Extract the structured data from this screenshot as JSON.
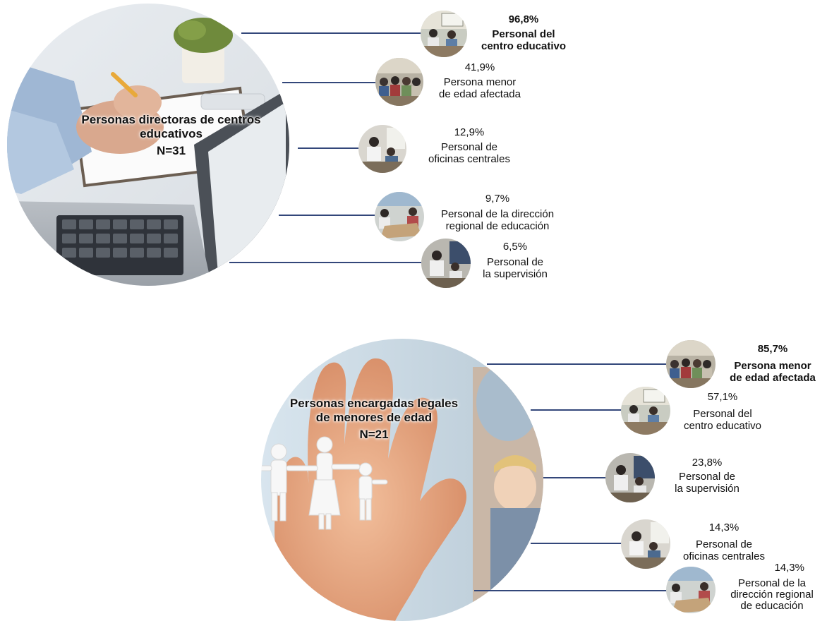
{
  "groups": [
    {
      "title_line1": "Personas directoras de centros",
      "title_line2": "educativos",
      "n": "N=31",
      "items": [
        {
          "pct": "96,8%",
          "line1": "Personal del",
          "line2": "centro educativo",
          "thumb": "classroom-icon",
          "highlight": true
        },
        {
          "pct": "41,9%",
          "line1": "Persona menor",
          "line2": "de edad afectada",
          "thumb": "students-icon",
          "highlight": false
        },
        {
          "pct": "12,9%",
          "line1": "Personal de",
          "line2": "oficinas centrales",
          "thumb": "office-icon",
          "highlight": false
        },
        {
          "pct": "9,7%",
          "line1": "Personal de la dirección",
          "line2": "regional de educación",
          "thumb": "meeting-icon",
          "highlight": false
        },
        {
          "pct": "6,5%",
          "line1": "Personal de",
          "line2": "la supervisión",
          "thumb": "supervision-icon",
          "highlight": false
        }
      ]
    },
    {
      "title_line1": "Personas encargadas legales",
      "title_line2": "de menores de edad",
      "n": "N=21",
      "items": [
        {
          "pct": "85,7%",
          "line1": "Persona menor",
          "line2": "de edad afectada",
          "thumb": "students-icon",
          "highlight": true
        },
        {
          "pct": "57,1%",
          "line1": "Personal del",
          "line2": "centro educativo",
          "thumb": "classroom-icon",
          "highlight": false
        },
        {
          "pct": "23,8%",
          "line1": "Personal de",
          "line2": "la supervisión",
          "thumb": "supervision-icon",
          "highlight": false
        },
        {
          "pct": "14,3%",
          "line1": "Personal de",
          "line2": "oficinas centrales",
          "thumb": "office-icon",
          "highlight": false
        },
        {
          "pct": "14,3%",
          "line1": "Personal de la",
          "line2": "dirección regional",
          "line3": "de educación",
          "thumb": "meeting-icon",
          "highlight": false
        }
      ]
    }
  ]
}
